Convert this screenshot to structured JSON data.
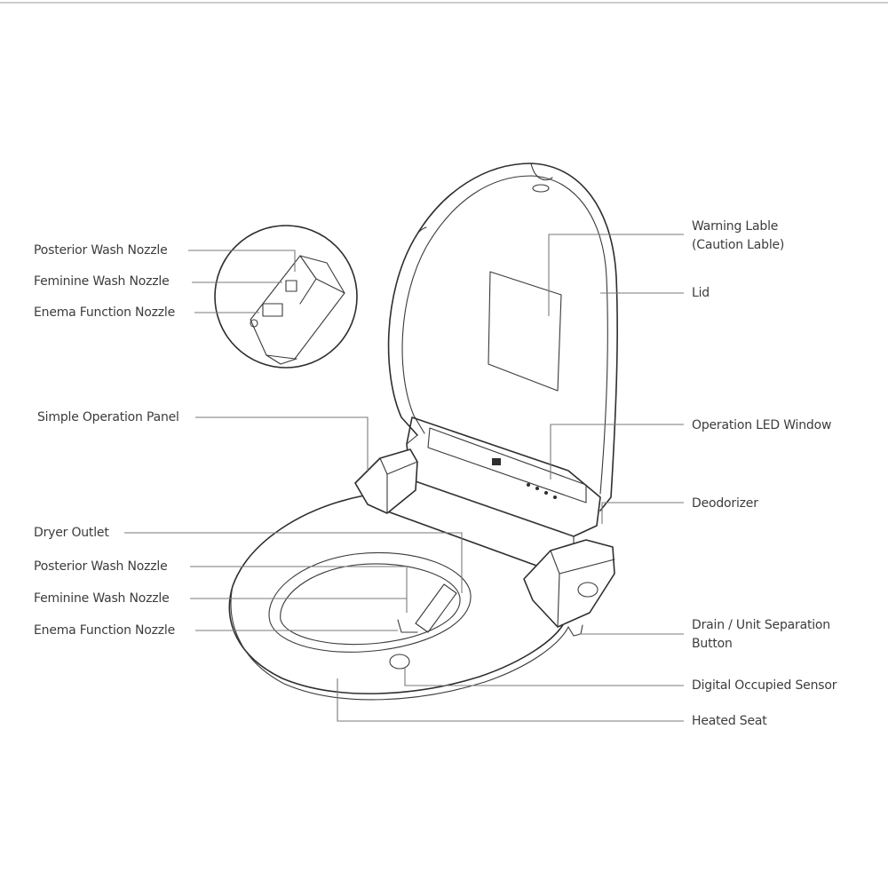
{
  "inset_labels": {
    "posterior": "Posterior Wash Nozzle",
    "feminine": "Feminine Wash Nozzle",
    "enema": "Enema Function Nozzle"
  },
  "left_labels": {
    "operation_panel": "Simple Operation Panel",
    "dryer": "Dryer Outlet",
    "posterior": "Posterior Wash Nozzle",
    "feminine": "Feminine Wash Nozzle",
    "enema": "Enema Function Nozzle"
  },
  "right_labels": {
    "warning_line1": "Warning Lable",
    "warning_line2": "(Caution Lable)",
    "lid": "Lid",
    "led_window": "Operation LED Window",
    "deodorizer": "Deodorizer",
    "drain_line1": "Drain / Unit Separation",
    "drain_line2": "Button",
    "sensor": "Digital Occupied Sensor",
    "heated_seat": "Heated Seat"
  },
  "colors": {
    "line": "#2e2e2e",
    "leader": "#7a7a7a",
    "text": "#3c3c3c"
  }
}
